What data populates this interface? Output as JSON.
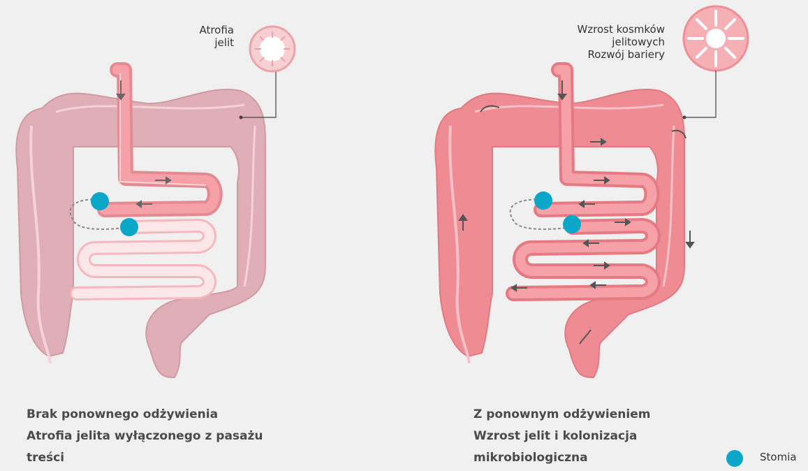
{
  "left": {
    "callout_lines": [
      "Atrofia",
      "jelit"
    ],
    "caption_lines": [
      "Brak ponownego odżywienia",
      "Atrofia jelita wyłączonego z pasażu",
      "treści"
    ]
  },
  "right": {
    "callout_lines": [
      "Wzrost kosmków",
      "jelitowych",
      "Rozwój bariery"
    ],
    "caption_lines": [
      "Z ponownym odżywieniem",
      "Wzrost jelit i kolonizacja",
      "mikrobiologiczna"
    ]
  },
  "legend": {
    "label": "Stomia"
  },
  "colors": {
    "background": "#f0f0f0",
    "colon_atrophic": "#e0aeb6",
    "colon_healthy": "#ef8c93",
    "small_bowel_active": "#f5a1a7",
    "small_bowel_inactive": "#fbe6e8",
    "stoma": "#0aa7c8",
    "arrow": "#666666"
  }
}
